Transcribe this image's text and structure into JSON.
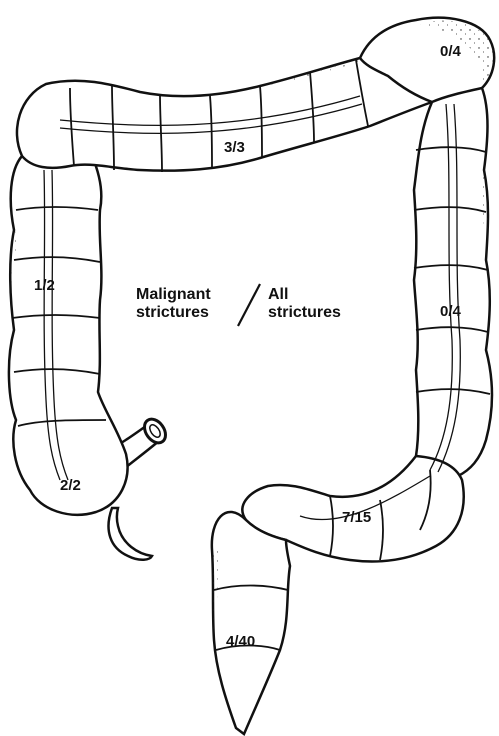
{
  "legend": {
    "numerator_line1": "Malignant",
    "numerator_line2": "strictures",
    "denominator_line1": "All",
    "denominator_line2": "strictures"
  },
  "segments": {
    "cecum": "2/2",
    "ascending": "1/2",
    "transverse": "3/3",
    "splenic_flexure": "0/4",
    "descending": "0/4",
    "sigmoid": "7/15",
    "rectum": "4/40"
  },
  "colors": {
    "ink": "#111111",
    "fill": "#ffffff"
  }
}
